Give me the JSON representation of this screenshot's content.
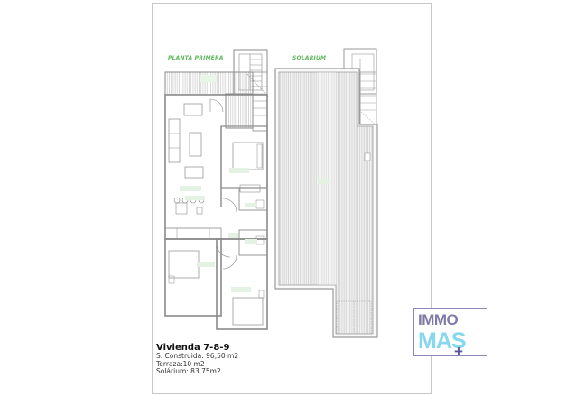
{
  "plans": {
    "left_title": "PLANTA PRIMERA",
    "right_title": "SOLARIUM"
  },
  "info": {
    "title": "Vivienda 7-8-9",
    "lines": [
      "S. Construida: 96,50 m2",
      "Terraza:10 m2",
      "Solárium: 83,75m2"
    ]
  },
  "logo": {
    "top": "IMMO",
    "bottom": "MAS",
    "plus": "+",
    "colors": {
      "top": "#7f7aa8",
      "bottom": "#86d8ee",
      "border": "#8d89b5",
      "plus": "#5a5597"
    }
  },
  "colors": {
    "label_green": "#5cb85c",
    "wall": "#888888",
    "hatch": "#bdbdbd"
  }
}
